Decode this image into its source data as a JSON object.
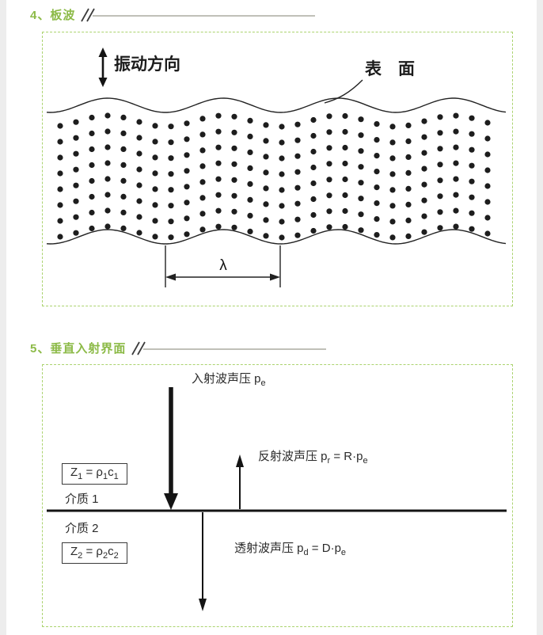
{
  "page": {
    "background": "#ededed",
    "card_background": "#ffffff",
    "accent_green": "#8cba47",
    "dashed_border_color": "#abd36f",
    "ink_color": "#1d1d1d"
  },
  "section_plate_wave": {
    "heading": "4、板波",
    "diagram": {
      "vibration_direction_label": "振动方向",
      "surface_label": "表　面",
      "wavelength_symbol": "λ"
    }
  },
  "section_normal_incidence": {
    "heading": "5、垂直入射界面",
    "diagram": {
      "incident": {
        "main": "入射波声压 p",
        "sub": "e"
      },
      "reflected": {
        "main": "反射波声压 p",
        "main_sub": "r",
        "eq": " = R·p",
        "eq_sub": "e"
      },
      "impedance1": {
        "p1": "Z",
        "s1": "1",
        "p2": " = ρ",
        "s2": "1",
        "p3": "c",
        "s3": "1"
      },
      "medium1": "介质 1",
      "medium2": "介质 2",
      "impedance2": {
        "p1": "Z",
        "s1": "2",
        "p2": " = ρ",
        "s2": "2",
        "p3": "c",
        "s3": "2"
      },
      "transmitted": {
        "main": "透射波声压 p",
        "main_sub": "d",
        "eq": " = D·p",
        "eq_sub": "e"
      }
    }
  }
}
